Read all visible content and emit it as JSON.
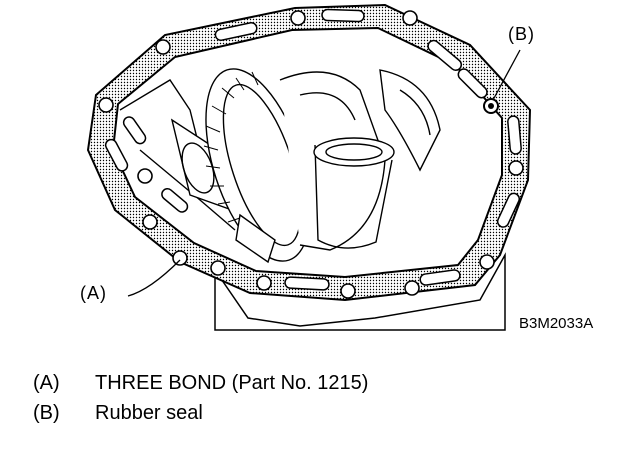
{
  "callouts": {
    "a": "(A)",
    "b": "(B)"
  },
  "figure_code": "B3M2033A",
  "legend": [
    {
      "key": "(A)",
      "text": "THREE BOND (Part No. 1215)"
    },
    {
      "key": "(B)",
      "text": "Rubber seal"
    }
  ]
}
